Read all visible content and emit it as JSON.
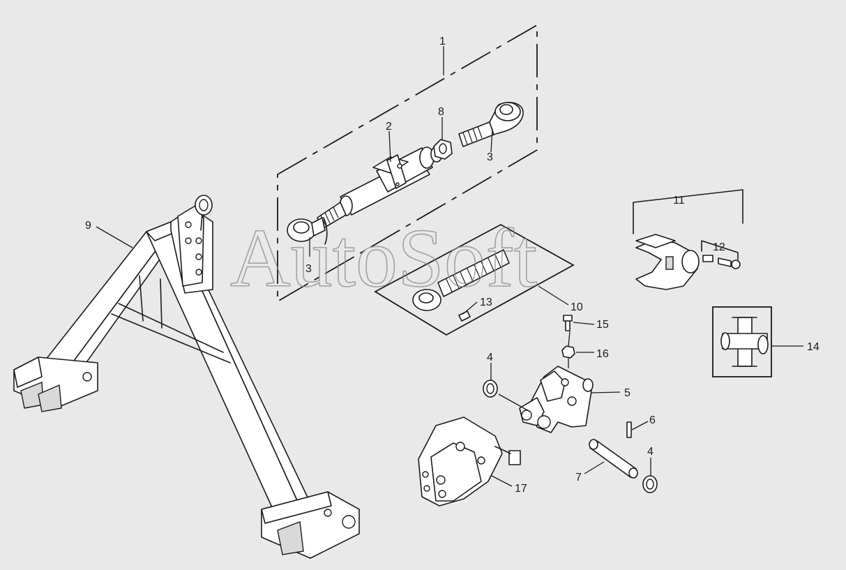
{
  "watermark": "AutoSoft",
  "callouts": [
    {
      "id": "c1",
      "text": "1"
    },
    {
      "id": "c2",
      "text": "2"
    },
    {
      "id": "c3a",
      "text": "3"
    },
    {
      "id": "c3b",
      "text": "3"
    },
    {
      "id": "c4a",
      "text": "4"
    },
    {
      "id": "c4b",
      "text": "4"
    },
    {
      "id": "c5",
      "text": "5"
    },
    {
      "id": "c6",
      "text": "6"
    },
    {
      "id": "c7",
      "text": "7"
    },
    {
      "id": "c8",
      "text": "8"
    },
    {
      "id": "c9",
      "text": "9"
    },
    {
      "id": "c10",
      "text": "10"
    },
    {
      "id": "c11",
      "text": "11"
    },
    {
      "id": "c12",
      "text": "12"
    },
    {
      "id": "c13",
      "text": "13"
    },
    {
      "id": "c14",
      "text": "14"
    },
    {
      "id": "c15",
      "text": "15"
    },
    {
      "id": "c16",
      "text": "16"
    },
    {
      "id": "c17",
      "text": "17"
    }
  ]
}
